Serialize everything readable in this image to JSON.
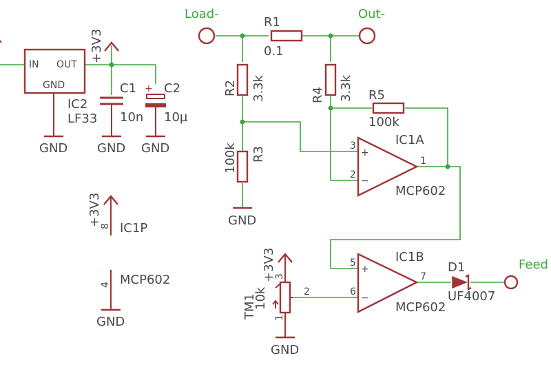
{
  "colors": {
    "symbol": "#a03436",
    "wire": "#3aa83a",
    "text": "#4a4a4a",
    "net_label": "#3aa83a",
    "background": "#ffffff"
  },
  "ports": {
    "load_minus": "Load-",
    "out_minus": "Out-",
    "feed": "Feed"
  },
  "power": {
    "v33": "+3V3",
    "gnd": "GND"
  },
  "regulator": {
    "name": "IC2",
    "value": "LF33",
    "pin_in": "IN",
    "pin_out": "OUT",
    "pin_gnd": "GND"
  },
  "capacitors": [
    {
      "name": "C1",
      "value": "10n",
      "polarity": ""
    },
    {
      "name": "C2",
      "value": "10µ",
      "polarity": "+"
    }
  ],
  "resistors": [
    {
      "name": "R1",
      "value": "0.1"
    },
    {
      "name": "R2",
      "value": "3.3k"
    },
    {
      "name": "R3",
      "value": "100k"
    },
    {
      "name": "R4",
      "value": "3.3k"
    },
    {
      "name": "R5",
      "value": "100k"
    }
  ],
  "opamp_a": {
    "name": "IC1A",
    "value": "MCP602",
    "pin_noninv": "3",
    "pin_inv": "2",
    "pin_out": "1",
    "sign_plus": "+",
    "sign_minus": "−"
  },
  "opamp_b": {
    "name": "IC1B",
    "value": "MCP602",
    "pin_noninv": "5",
    "pin_inv": "6",
    "pin_out": "7",
    "sign_plus": "+",
    "sign_minus": "−"
  },
  "power_unit": {
    "name": "IC1P",
    "value": "MCP602",
    "pin_vdd": "8",
    "pin_vss": "4"
  },
  "trimmer": {
    "name": "TM1",
    "value": "10k",
    "pin1": "1",
    "pin2": "2",
    "pin3": "3"
  },
  "diode": {
    "name": "D1",
    "value": "UF4007"
  }
}
